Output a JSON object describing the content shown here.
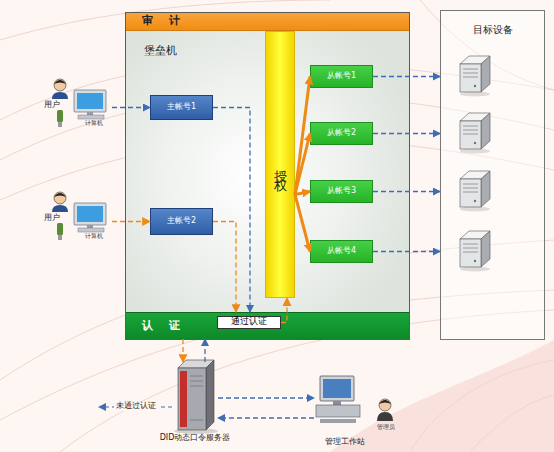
{
  "diagram": {
    "nodes": [
      {
        "text": [
          "堡垒机"
        ]
      },
      {
        "text": [
          "审 计"
        ],
        "in": 0
      },
      {
        "text": [
          "主帐号1"
        ],
        "in": 0
      },
      {
        "text": [
          "主帐号2"
        ],
        "in": 0
      },
      {
        "text": [
          "授权"
        ],
        "in": 0
      },
      {
        "text": [
          "从帐号1"
        ],
        "in": 0
      },
      {
        "text": [
          "从帐号2"
        ],
        "in": 0
      },
      {
        "text": [
          "从帐号3"
        ],
        "in": 0
      },
      {
        "text": [
          "从帐号4"
        ],
        "in": 0
      },
      {
        "text": [
          "认 证"
        ],
        "in": 0
      },
      {
        "text": [
          "通过认证"
        ],
        "in": 9
      },
      {
        "text": [
          "目标设备"
        ]
      },
      {
        "text": [
          "用户",
          "计算机"
        ]
      },
      {
        "text": [
          "用户",
          "计算机"
        ]
      },
      {
        "text": [
          "DID动态口令服务器"
        ]
      },
      {
        "text": [
          "管理工作站"
        ]
      }
    ],
    "edges": [
      {
        "from": 12,
        "to": 2,
        "arrow": "to"
      },
      {
        "from": 13,
        "to": 3,
        "arrow": "to"
      },
      {
        "from": 2,
        "to": 9,
        "arrow": "to"
      },
      {
        "from": 3,
        "to": 9,
        "arrow": "to"
      },
      {
        "from": 10,
        "to": 4,
        "arrow": "to"
      },
      {
        "from": 4,
        "to": 5,
        "arrow": "to"
      },
      {
        "from": 4,
        "to": 6,
        "arrow": "to"
      },
      {
        "from": 4,
        "to": 7,
        "arrow": "to"
      },
      {
        "from": 4,
        "to": 8,
        "arrow": "to"
      },
      {
        "from": 5,
        "to": 11,
        "arrow": "to"
      },
      {
        "from": 6,
        "to": 11,
        "arrow": "to"
      },
      {
        "from": 7,
        "to": 11,
        "arrow": "to"
      },
      {
        "from": 8,
        "to": 11,
        "arrow": "to"
      },
      {
        "from": 9,
        "to": 14,
        "arrow": "to"
      },
      {
        "from": 14,
        "to": 9,
        "arrow": "to"
      },
      {
        "from": 14,
        "to": 15,
        "arrow": "to"
      },
      {
        "from": 15,
        "to": 14,
        "arrow": "to"
      }
    ],
    "labels": [
      "未通过认证",
      "管理员"
    ]
  }
}
